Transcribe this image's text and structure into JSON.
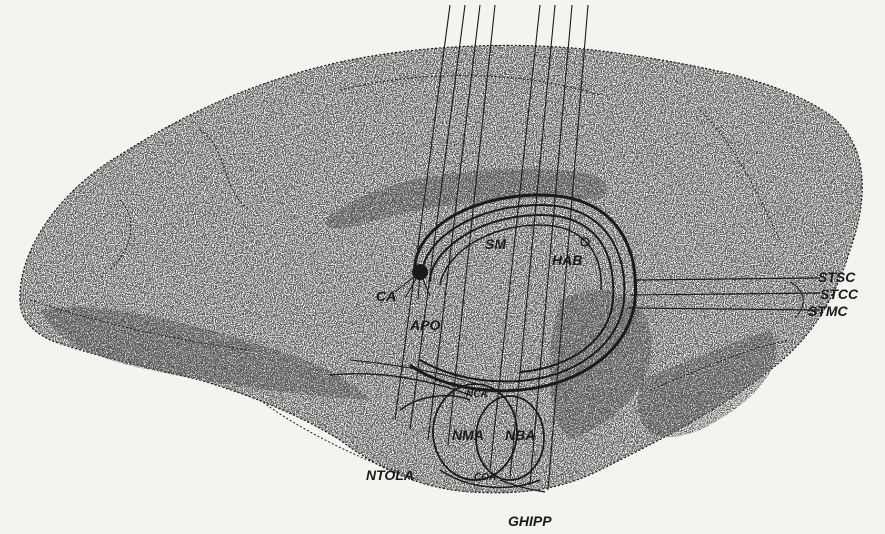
{
  "figure": {
    "description_labels": {
      "stsc": "STSC",
      "stcc": "STCC",
      "stmc": "STMC",
      "ca": "CA",
      "apo": "APO",
      "sm": "SM",
      "hab": "HAB",
      "nca": "NCA",
      "nma": "NMA",
      "nba": "NBA",
      "coa": "COA",
      "ntola": "NTOLA",
      "ghipp": "GHIPP"
    },
    "colors": {
      "background": "#f4f3ef",
      "ink": "#1a1a1a"
    }
  }
}
